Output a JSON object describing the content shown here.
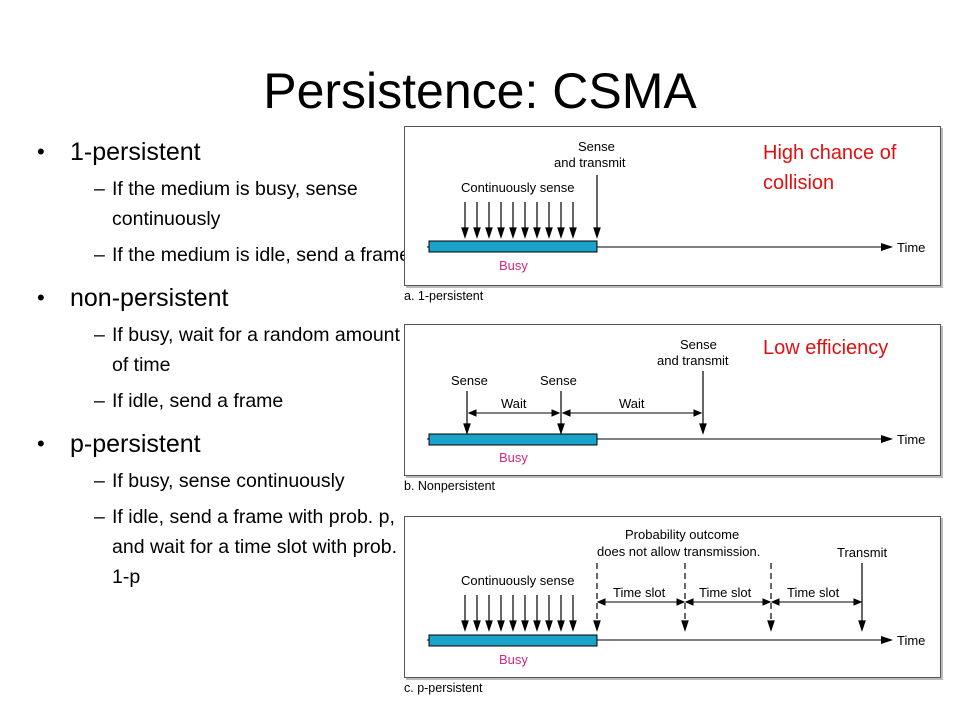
{
  "title": "Persistence: CSMA",
  "bullets": [
    {
      "label": "1-persistent",
      "sub": [
        "If the medium is busy, sense continuously",
        "If the medium is idle, send a frame"
      ]
    },
    {
      "label": "non-persistent",
      "sub": [
        "If busy, wait for a random amount of time",
        "If idle, send a frame"
      ]
    },
    {
      "label": "p-persistent",
      "sub": [
        "If busy, sense continuously",
        "If idle, send a frame with prob. p, and wait for a time slot with prob. 1-p"
      ]
    }
  ],
  "bullet_glyph": "•",
  "dash_glyph": "–",
  "diagrams": {
    "one_persistent": {
      "caption": "a. 1-persistent",
      "sense_transmit_1": "Sense",
      "sense_transmit_2": "and transmit",
      "continuous": "Continuously sense",
      "busy": "Busy",
      "time": "Time",
      "note": "High chance of collision"
    },
    "non_persistent": {
      "caption": "b. Nonpersistent",
      "sense_a": "Sense",
      "sense_b": "Sense",
      "wait_a": "Wait",
      "wait_b": "Wait",
      "sense_transmit_1": "Sense",
      "sense_transmit_2": "and transmit",
      "busy": "Busy",
      "time": "Time",
      "note": "Low efficiency"
    },
    "p_persistent": {
      "caption": "c. p-persistent",
      "prob_1": "Probability outcome",
      "prob_2": "does not allow transmission.",
      "transmit": "Transmit",
      "continuous": "Continuously sense",
      "slot_a": "Time slot",
      "slot_b": "Time slot",
      "slot_c": "Time slot",
      "busy": "Busy",
      "time": "Time"
    }
  },
  "colors": {
    "busy_fill": "#1aa3c9",
    "busy_label": "#d6267e",
    "note": "#e01010"
  }
}
